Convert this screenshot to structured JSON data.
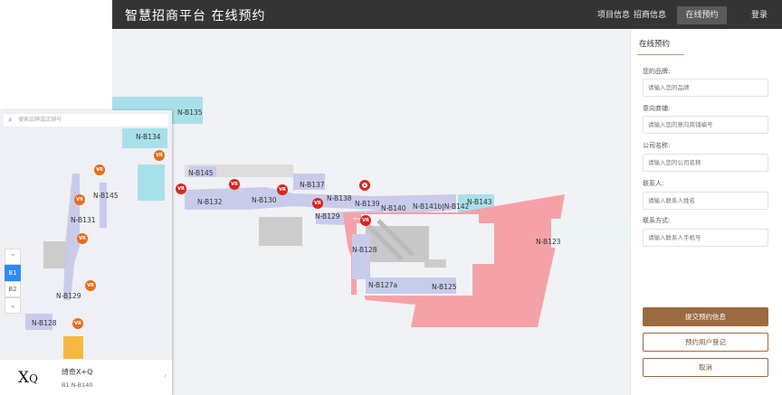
{
  "header": {
    "title": "智慧招商平台  在线预约",
    "nav": [
      {
        "label": "项目信息"
      },
      {
        "label": "招商信息"
      },
      {
        "label": "在线预约",
        "active": true
      },
      {
        "label": "登录"
      }
    ]
  },
  "colors": {
    "header_bg": "#343434",
    "accent": "#9a6b41",
    "highlight_unit": "#f4a2a8",
    "unit": "#c9cbeb",
    "anchor": "#a8e0ea"
  },
  "map": {
    "units": [
      "N-B135",
      "N-B145",
      "N-B132",
      "N-B130",
      "N-B137",
      "N-B138",
      "N-B139",
      "N-B129",
      "N-B140",
      "N-B141b|N-B142",
      "N-B143",
      "N-B123",
      "N-B128",
      "N-B127a",
      "N-B125"
    ],
    "selected": "N-B139"
  },
  "mini": {
    "search_placeholder": "搜索品牌或店铺号",
    "floors": [
      "B1",
      "B2"
    ],
    "active_floor": "B1",
    "units": [
      "N-B134",
      "N-B145",
      "N-B131",
      "N-B129",
      "N-B128"
    ],
    "card": {
      "logo": "XQ",
      "name": "绮奇X+Q",
      "location": "B1 N-B140"
    }
  },
  "form": {
    "title": "在线预约",
    "fields": [
      {
        "label": "您的品牌:",
        "placeholder": "请输入您的品牌"
      },
      {
        "label": "意向商铺:",
        "placeholder": "请输入您的意向商铺编号"
      },
      {
        "label": "公司名称:",
        "placeholder": "请输入您的公司名称"
      },
      {
        "label": "联系人:",
        "placeholder": "请输入联系人姓名"
      },
      {
        "label": "联系方式:",
        "placeholder": "请输入联系人手机号"
      }
    ],
    "submit": "提交预约信息",
    "register": "预约用户登记",
    "cancel": "取消"
  }
}
